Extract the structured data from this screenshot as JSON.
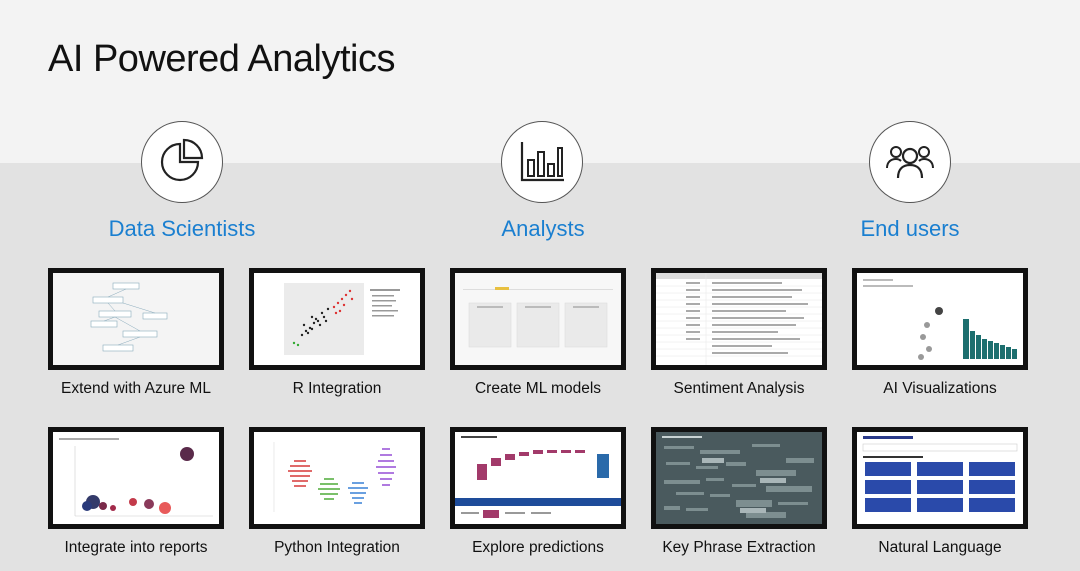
{
  "title": "AI Powered Analytics",
  "personas": [
    {
      "label": "Data Scientists",
      "icon": "pie-chart-icon"
    },
    {
      "label": "Analysts",
      "icon": "bar-chart-icon"
    },
    {
      "label": "End users",
      "icon": "users-icon"
    }
  ],
  "row1": [
    "Extend with Azure ML",
    "R Integration",
    "Create ML models",
    "Sentiment Analysis",
    "AI Visualizations"
  ],
  "row2": [
    "Integrate into reports",
    "Python Integration",
    "Explore predictions",
    "Key Phrase Extraction",
    "Natural Language"
  ],
  "colors": {
    "accent": "#1a7fd0",
    "top_band": "#f3f3f3",
    "bottom_band": "#e2e2e2"
  }
}
